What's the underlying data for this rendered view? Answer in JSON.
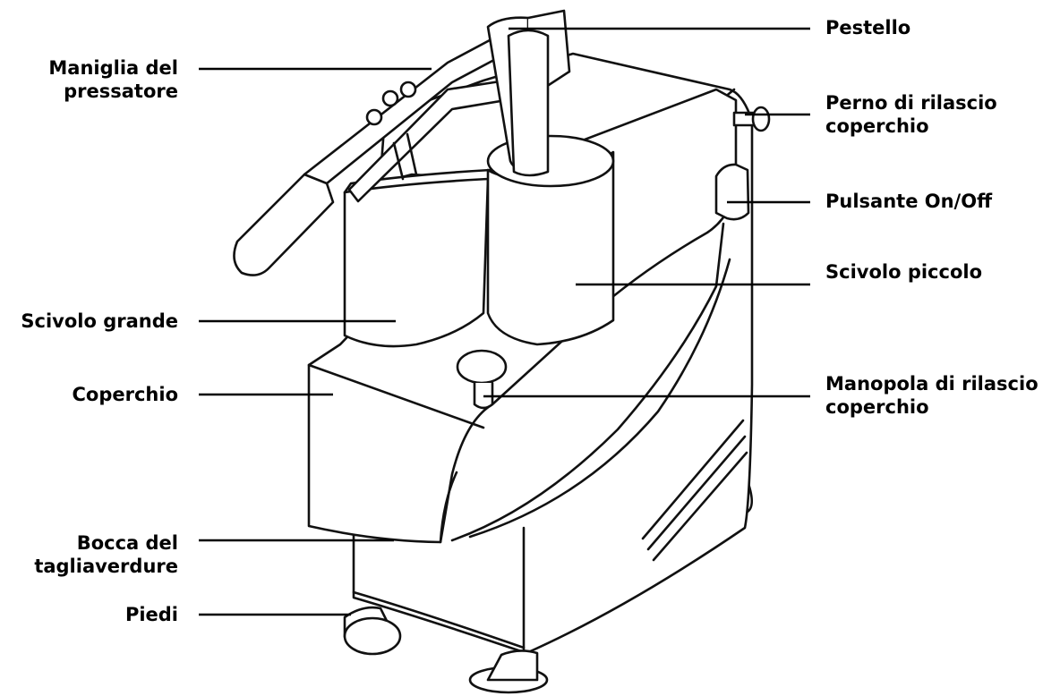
{
  "labels": {
    "handle_l1": "Maniglia del",
    "handle_l2": "pressatore",
    "large_chute": "Scivolo grande",
    "lid": "Coperchio",
    "mouth_l1": "Bocca del",
    "mouth_l2": "tagliaverdure",
    "feet": "Piedi",
    "pusher": "Pestello",
    "pin_l1": "Perno di rilascio",
    "pin_l2": "coperchio",
    "switch": "Pulsante On/Off",
    "small_chute": "Scivolo piccolo",
    "knob_l1": "Manopola di rilascio",
    "knob_l2": "coperchio"
  },
  "colors": {
    "ink": "#111111",
    "background": "#ffffff"
  }
}
